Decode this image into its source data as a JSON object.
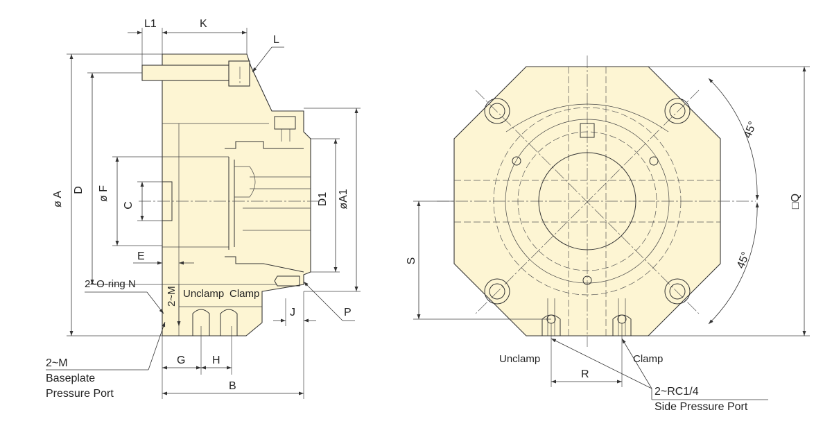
{
  "side_view": {
    "labels": {
      "L1": "L1",
      "K": "K",
      "L": "L",
      "phiA": "ø A",
      "D": "D",
      "phiF": "ø F",
      "C": "C",
      "D1": "D1",
      "phiA1": "øA1",
      "E": "E",
      "o_ring": "2~O-ring N",
      "two_m_vertical": "2~M",
      "unclamp": "Unclamp",
      "clamp": "Clamp",
      "J": "J",
      "P": "P",
      "G": "G",
      "H": "H",
      "B": "B"
    },
    "baseplate_port": {
      "line1": "2~M",
      "line2": "Baseplate",
      "line3": "Pressure Port"
    }
  },
  "front_view": {
    "labels": {
      "angle_top": "45°",
      "angle_bottom": "45°",
      "Q": "□Q",
      "S": "S",
      "unclamp": "Unclamp",
      "clamp": "Clamp",
      "R": "R"
    },
    "side_port": {
      "line1": "2~RC1/4",
      "line2": "Side Pressure Port"
    }
  },
  "colors": {
    "body_fill": "#fdf5d3",
    "line": "#333333"
  }
}
